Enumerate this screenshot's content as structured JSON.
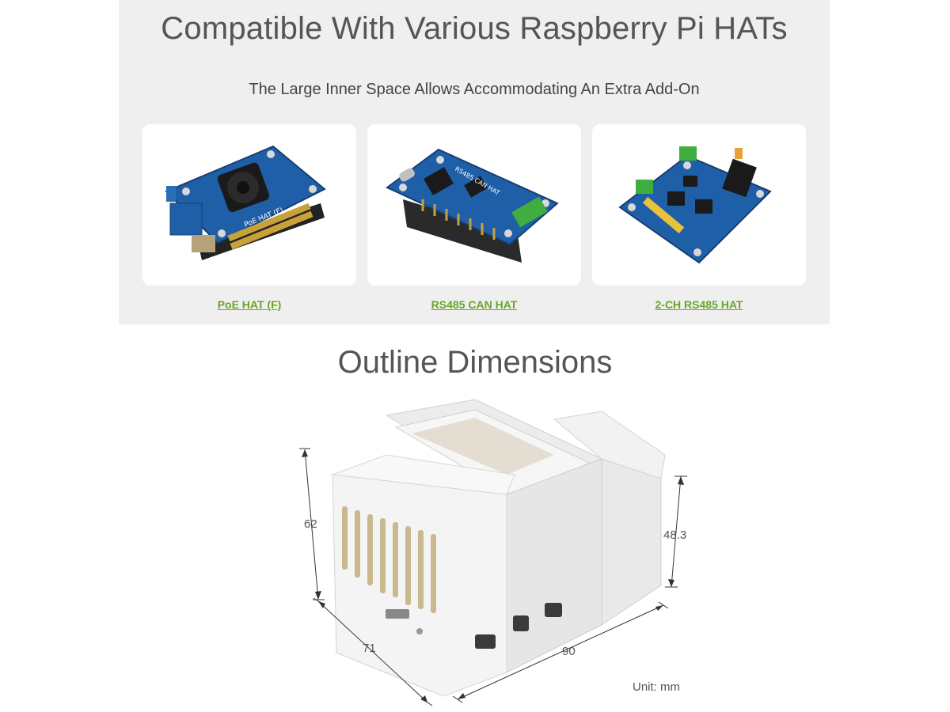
{
  "compat": {
    "title": "Compatible With Various Raspberry Pi HATs",
    "subtitle": "The Large Inner Space Allows Accommodating An Extra Add-On",
    "background": "#efefef",
    "products": [
      {
        "name": "PoE HAT (F)",
        "image_icon": "poe-hat-board"
      },
      {
        "name": "RS485 CAN HAT",
        "image_icon": "rs485-can-hat-board"
      },
      {
        "name": "2-CH RS485 HAT",
        "image_icon": "2ch-rs485-hat-board"
      }
    ],
    "link_color": "#6aa526",
    "board_color": "#1f5fa8"
  },
  "dimensions": {
    "title": "Outline Dimensions",
    "height": "62",
    "right_height": "48.3",
    "depth": "71",
    "width": "90",
    "unit": "Unit: mm",
    "image_icon": "din-rail-enclosure"
  }
}
